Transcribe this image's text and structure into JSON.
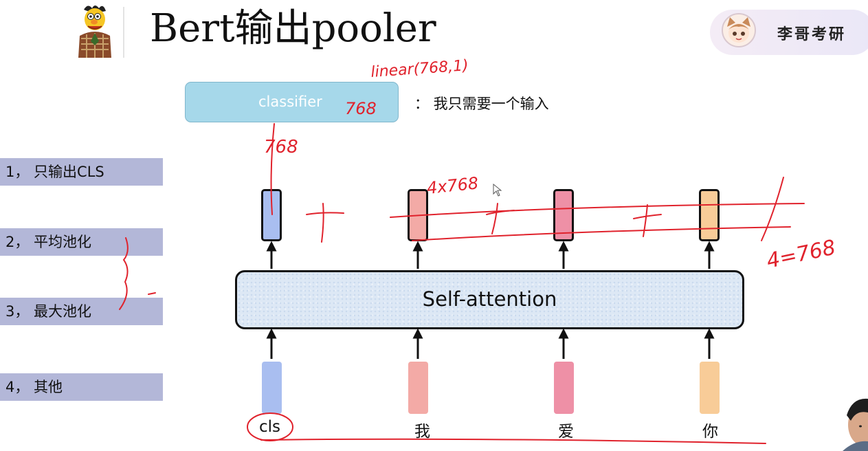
{
  "header": {
    "title": "Bert输出pooler",
    "brand_name": "李哥考研"
  },
  "options": [
    "1，  只输出CLS",
    "2，  平均池化",
    "3，  最大池化",
    "4，  其他"
  ],
  "classifier": {
    "label": "classifier",
    "note": "：  我只需要一个输入"
  },
  "self_attention": {
    "label": "Self-attention"
  },
  "tokens": [
    "cls",
    "我",
    "爱",
    "你"
  ],
  "colors": {
    "cls": "#a9bef0",
    "wo": "#f3aaa6",
    "ai": "#ee90a6",
    "ni": "#f8cc98",
    "ink": "#e0222c",
    "list_bg": "#b3b7d8",
    "classifier_bg": "#a6d8ea"
  },
  "annotations": {
    "linear": "linear(768,1)",
    "dim_box": "768",
    "dim_arrow": "768",
    "concat": "4x768",
    "sum": "4=768"
  }
}
